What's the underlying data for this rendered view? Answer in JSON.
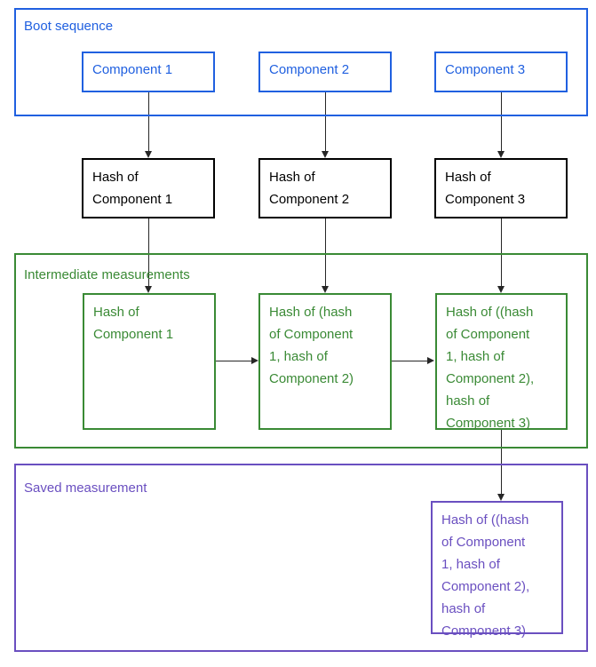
{
  "diagram": {
    "title": "Boot sequence hashing / measured boot chain",
    "groups": [
      {
        "id": "boot",
        "label": "Boot sequence",
        "color": "#2060e0"
      },
      {
        "id": "intermediate",
        "label": "Intermediate measurements",
        "color": "#3a8a35"
      },
      {
        "id": "saved",
        "label": "Saved measurement",
        "color": "#6a4fc0"
      }
    ],
    "components": [
      {
        "label": "Component 1"
      },
      {
        "label": "Component 2"
      },
      {
        "label": "Component 3"
      }
    ],
    "hashes": [
      {
        "label": "Hash of\nComponent 1"
      },
      {
        "label": "Hash of\nComponent 2"
      },
      {
        "label": "Hash of\nComponent 3"
      }
    ],
    "intermediate_measurements": [
      {
        "label": "Hash of\nComponent 1"
      },
      {
        "label": "Hash of (hash\nof Component\n1, hash of\nComponent 2)"
      },
      {
        "label": "Hash of ((hash\nof Component\n1, hash of\nComponent 2),\nhash of\nComponent 3)"
      }
    ],
    "saved_measurement": {
      "label": "Hash of ((hash\nof Component\n1, hash of\nComponent 2),\nhash of\nComponent 3)"
    },
    "connector_color": "#262626"
  }
}
